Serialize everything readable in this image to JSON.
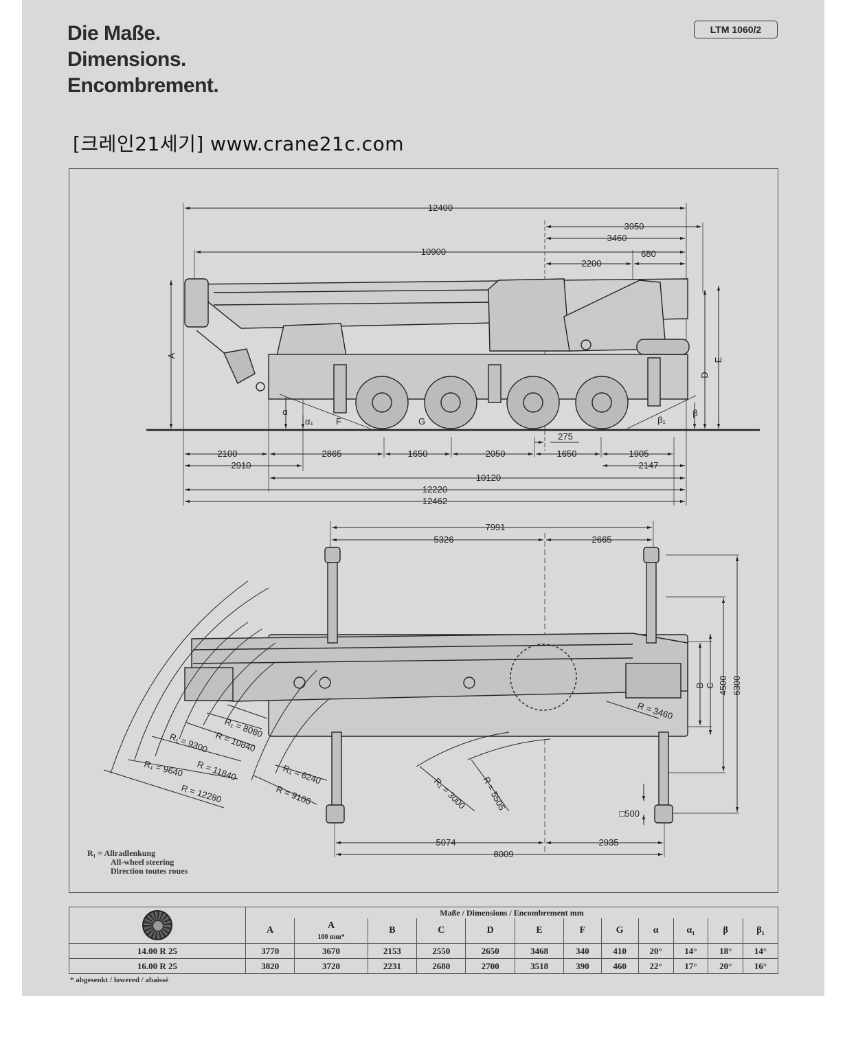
{
  "header": {
    "title_de": "Die Maße.",
    "title_en": "Dimensions.",
    "title_fr": "Encombrement.",
    "model": "LTM 1060/2",
    "watermark": "[크레인21세기] www.crane21c.com"
  },
  "side_view_dims": {
    "d12400": "12400",
    "d3950": "3950",
    "d3460": "3460",
    "d10900": "10900",
    "d2200": "2200",
    "d680": "680",
    "d2100": "2100",
    "d2865": "2865",
    "d1650a": "1650",
    "d2050": "2050",
    "d1650b": "1650",
    "d1905": "1905",
    "d2910": "2910",
    "d2147": "2147",
    "d275": "275",
    "d10120": "10120",
    "d12220": "12220",
    "d12462": "12462",
    "lbl_A": "A",
    "lbl_D": "D",
    "lbl_E": "E",
    "lbl_alpha": "α",
    "lbl_alpha1": "α₁",
    "lbl_F": "F",
    "lbl_G": "G",
    "lbl_beta": "β",
    "lbl_beta1": "β₁"
  },
  "top_view_dims": {
    "d7991": "7991",
    "d5326": "5326",
    "d2665": "2665",
    "d5074": "5074",
    "d2935": "2935",
    "d8009": "8009",
    "lbl_B": "B",
    "lbl_C": "C",
    "d4500": "4500",
    "d6300": "6300",
    "d500": "□500",
    "r3460": "R = 3460",
    "r1_8080": "R₁ = 8080",
    "r_10840": "R = 10840",
    "r1_9300": "R₁ = 9300",
    "r_11840": "R = 11840",
    "r1_9640": "R₁ = 9640",
    "r_12280": "R = 12280",
    "r1_6240": "R₁ = 6240",
    "r_9100": "R = 9100",
    "r1_3000": "R₁ = 3000",
    "r_5505": "R = 5505"
  },
  "legend": {
    "symbol": "R₁ =",
    "de": "Allradlenkung",
    "en": "All-wheel steering",
    "fr": "Direction toutes roues"
  },
  "table": {
    "group_header": "Maße / Dimensions / Encombrement mm",
    "columns": [
      "A",
      "A",
      "B",
      "C",
      "D",
      "E",
      "F",
      "G",
      "α",
      "α₁",
      "β",
      "β₁"
    ],
    "col2_sub": "100 mm*",
    "rows": [
      {
        "tire": "14.00 R 25",
        "values": [
          "3770",
          "3670",
          "2153",
          "2550",
          "2650",
          "3468",
          "340",
          "410",
          "20°",
          "14°",
          "18°",
          "14°"
        ]
      },
      {
        "tire": "16.00 R 25",
        "values": [
          "3820",
          "3720",
          "2231",
          "2680",
          "2700",
          "3518",
          "390",
          "460",
          "22°",
          "17°",
          "20°",
          "16°"
        ]
      }
    ],
    "footnote": "* abgesenkt / lowered / abaissé"
  }
}
